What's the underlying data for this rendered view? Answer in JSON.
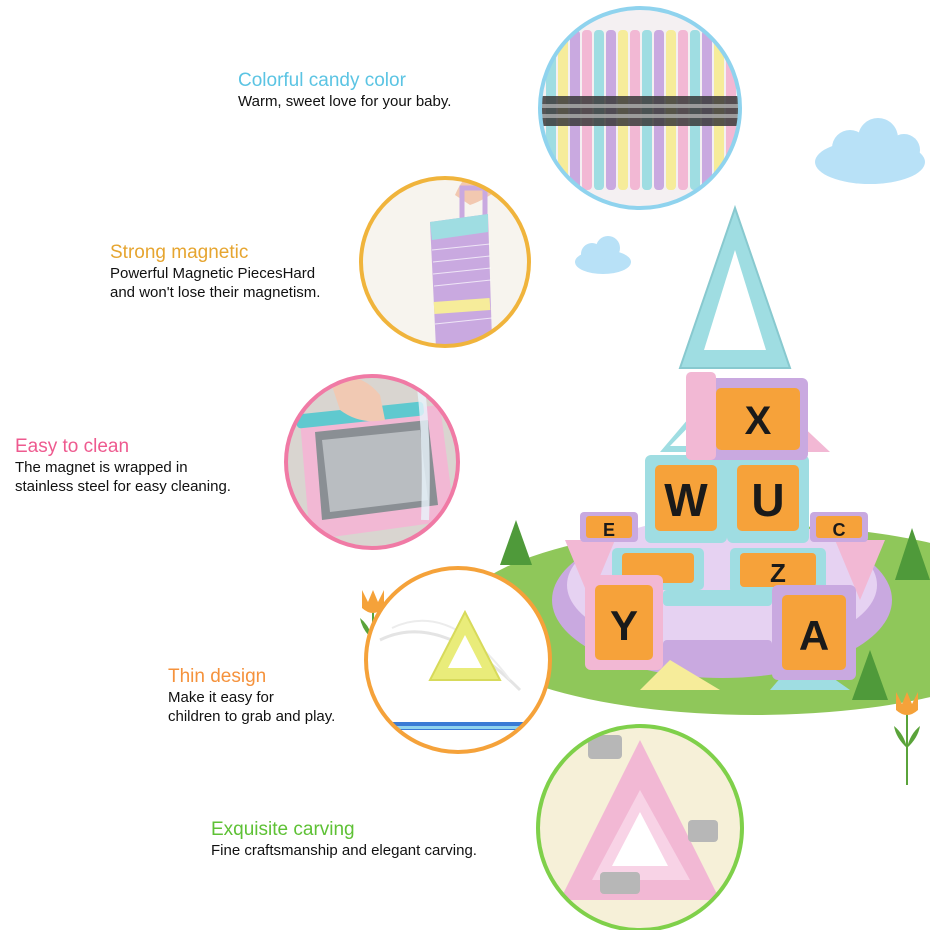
{
  "features": [
    {
      "title": "Colorful candy color",
      "lines": [
        "Warm, sweet love for your baby."
      ],
      "color": "#5bc4e3"
    },
    {
      "title": "Strong magnetic",
      "lines": [
        "Powerful Magnetic PiecesHard",
        "and won't lose their magnetism."
      ],
      "color": "#e6a530"
    },
    {
      "title": "Easy to clean",
      "lines": [
        "The magnet is wrapped in",
        "stainless steel for easy cleaning."
      ],
      "color": "#ee5a8f"
    },
    {
      "title": "Thin design",
      "lines": [
        "Make it easy for",
        "children to grab and play."
      ],
      "color": "#f5923c"
    },
    {
      "title": "Exquisite carving",
      "lines": [
        "Fine craftsmanship and elegant carving."
      ],
      "color": "#5ec135"
    }
  ],
  "tiles": {
    "x": "X",
    "w": "W",
    "u": "U",
    "y": "Y",
    "a": "A",
    "z": "Z",
    "e": "E",
    "c": "C"
  },
  "colors": {
    "ground": "#8fc75a",
    "cloud": "#b8e1f7",
    "tile_orange": "#f6a23a",
    "pastel_blue": "#9fdde2",
    "pastel_purple": "#c9a9e0",
    "pastel_pink": "#f2b8d4",
    "pastel_yellow": "#f6ec9a"
  }
}
